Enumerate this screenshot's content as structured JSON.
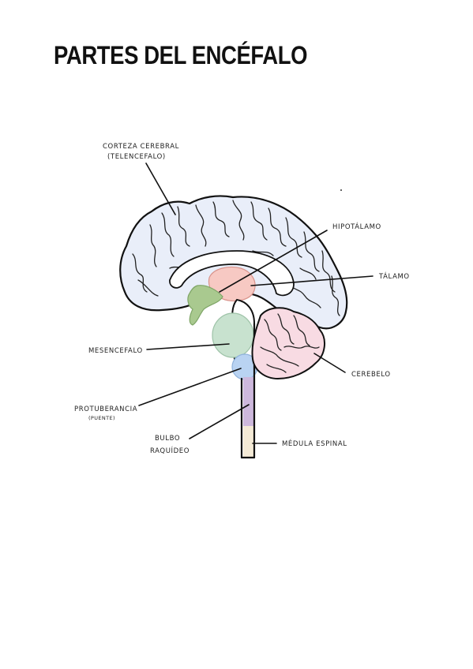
{
  "title": "PARTES DEL ENCÉFALO",
  "labels": {
    "corteza_line1": "CORTEZA CEREBRAL",
    "corteza_line2": "(TELENCEFALO)",
    "hipotalamo": "HIPOTÁLAMO",
    "talamo": "TÁLAMO",
    "mesencefalo": "MESENCEFALO",
    "cerebelo": "CEREBELO",
    "protuberancia_line1": "PROTUBERANCIA",
    "protuberancia_line2": "(PUENTE)",
    "bulbo_line1": "BULBO",
    "bulbo_line2": "RAQUÍDEO",
    "medula": "MÉDULA ESPINAL"
  },
  "colors": {
    "cortex": "#e9eef9",
    "hypothalamus": "#f7c9c3",
    "thalamus_olfactory": "#a9c98f",
    "midbrain": "#c8e2cf",
    "pons": "#b9d3f2",
    "medulla_oblongata": "#cdb8dc",
    "spinal_cord": "#f4ead6",
    "cerebellum": "#f8dbe3"
  }
}
